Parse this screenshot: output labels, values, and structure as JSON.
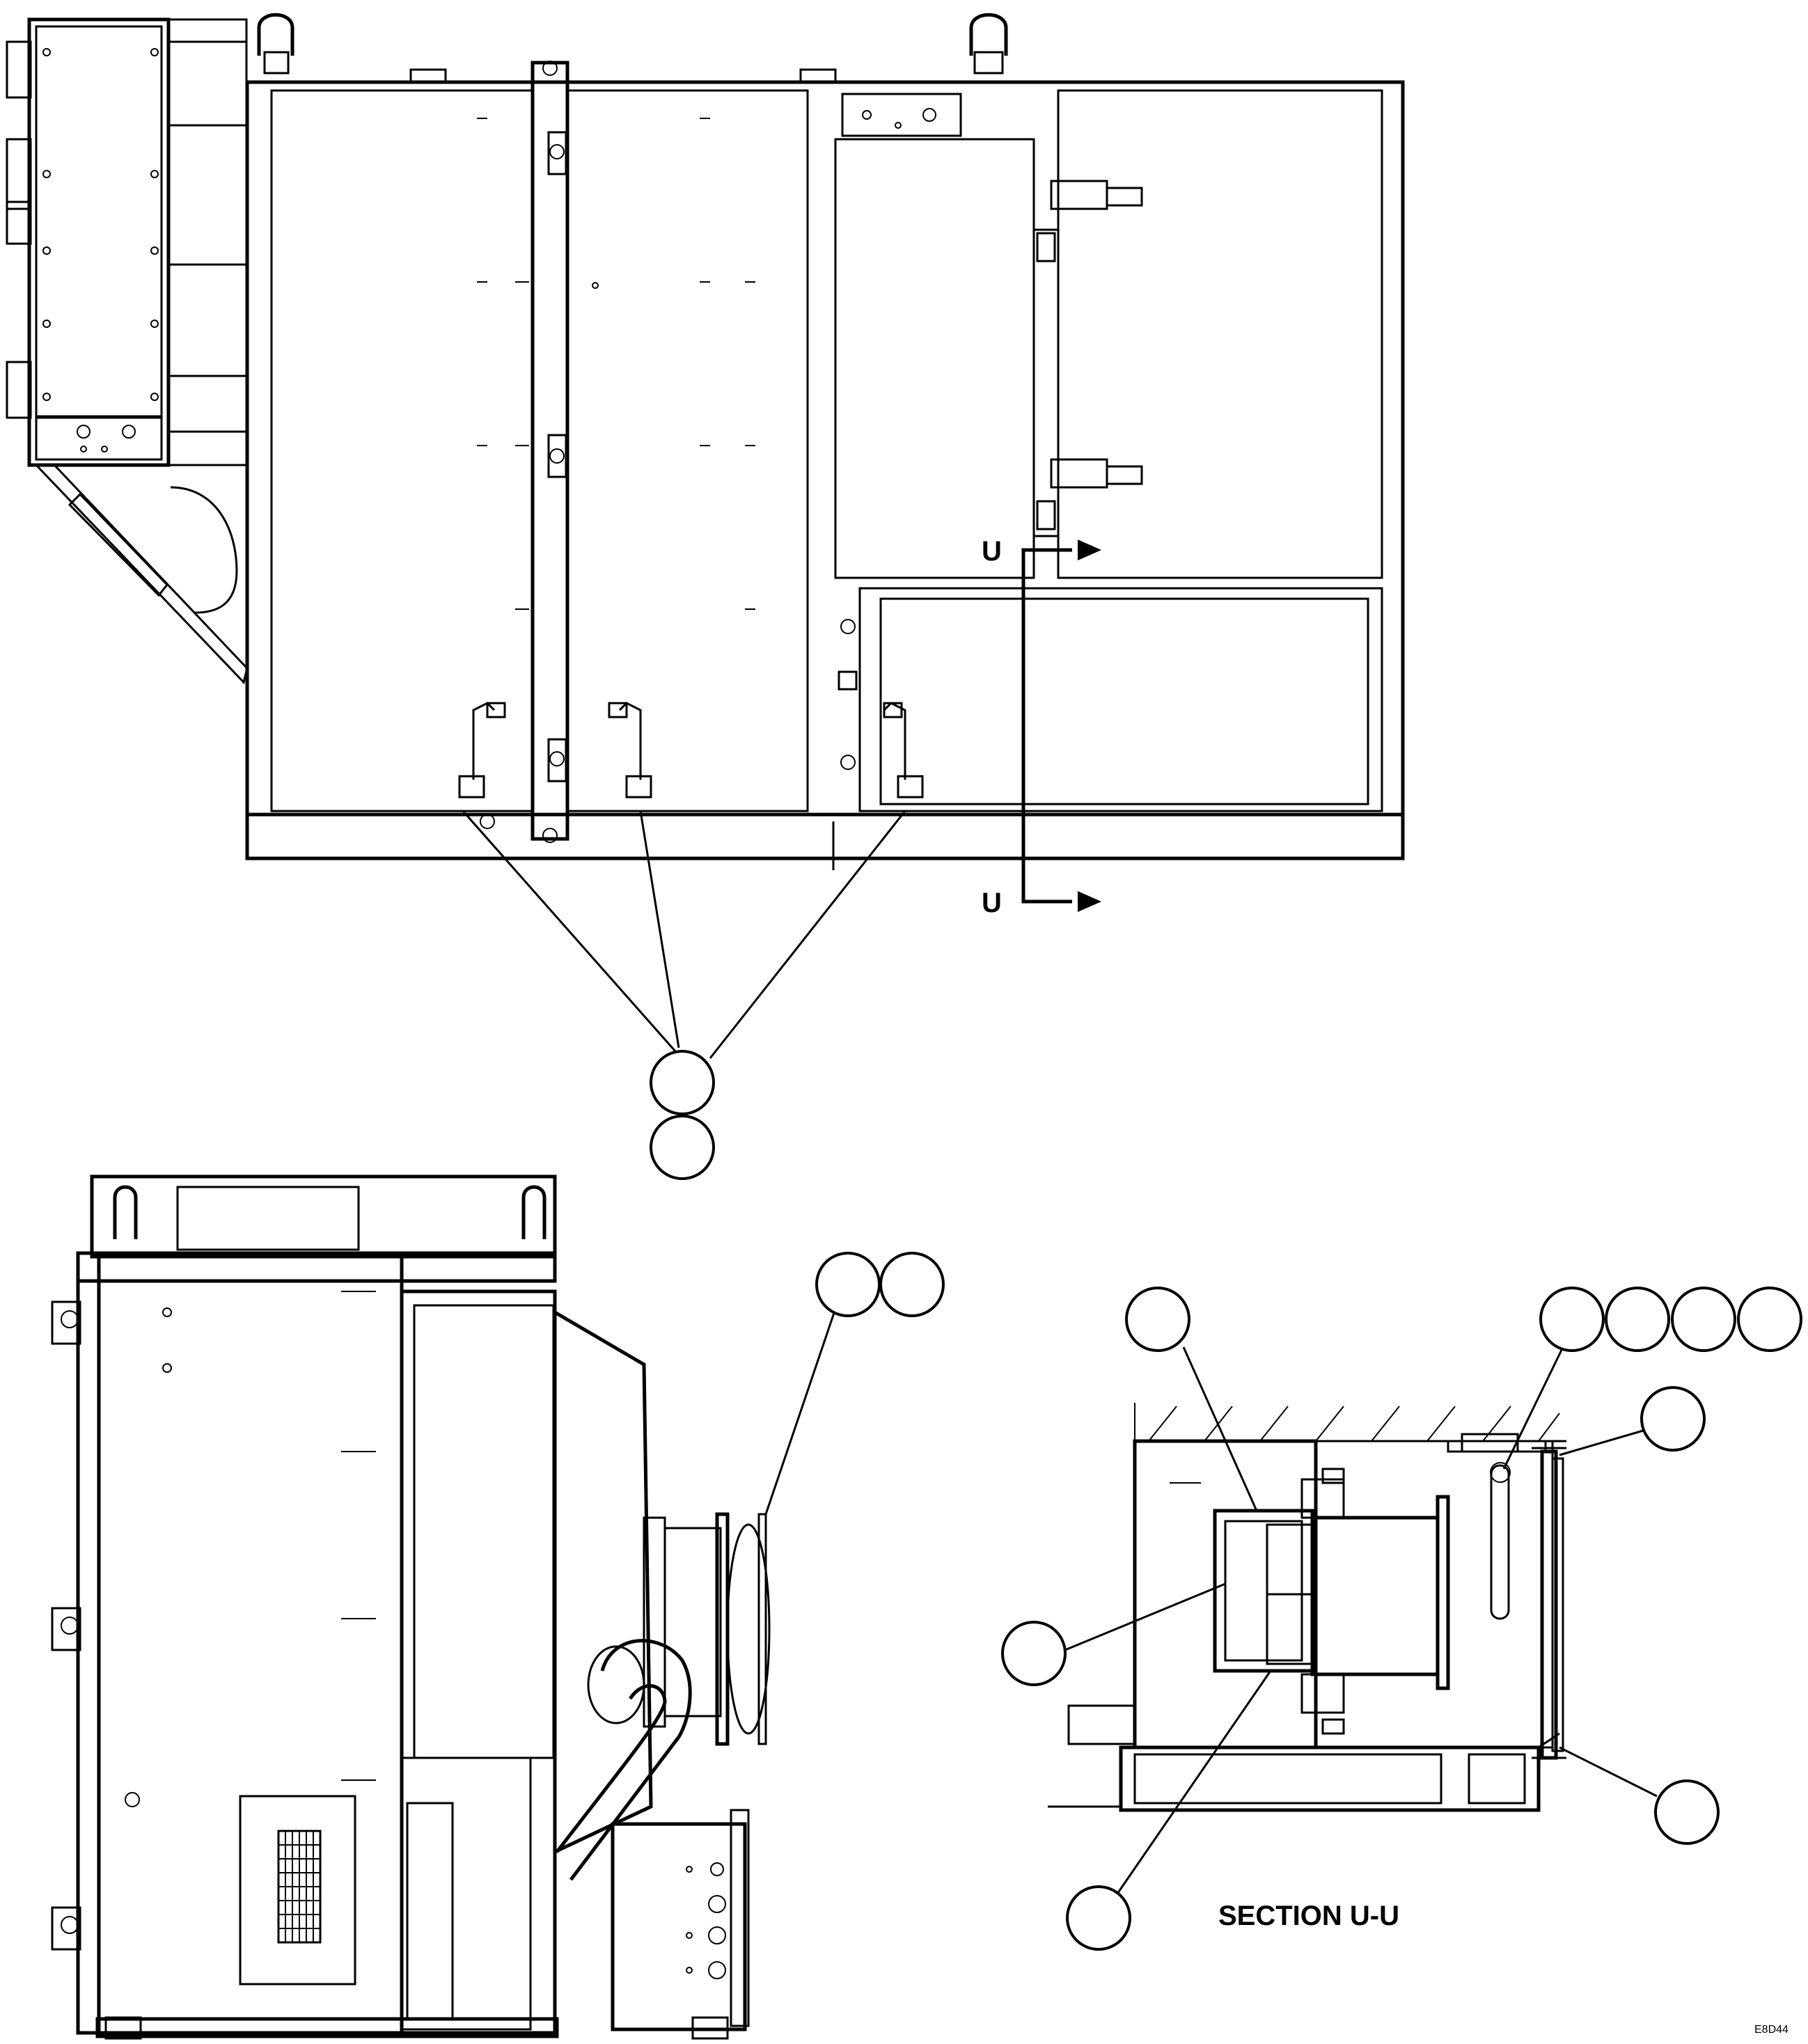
{
  "section_markers": {
    "top": "U",
    "bottom": "U"
  },
  "section_title": "SECTION U-U",
  "drawing_code": "E8D44",
  "callouts": {
    "top_view": [
      "",
      ""
    ],
    "side_view": [
      "",
      ""
    ],
    "section_view": [
      "",
      "",
      "",
      "",
      "",
      "",
      "",
      "",
      ""
    ]
  }
}
